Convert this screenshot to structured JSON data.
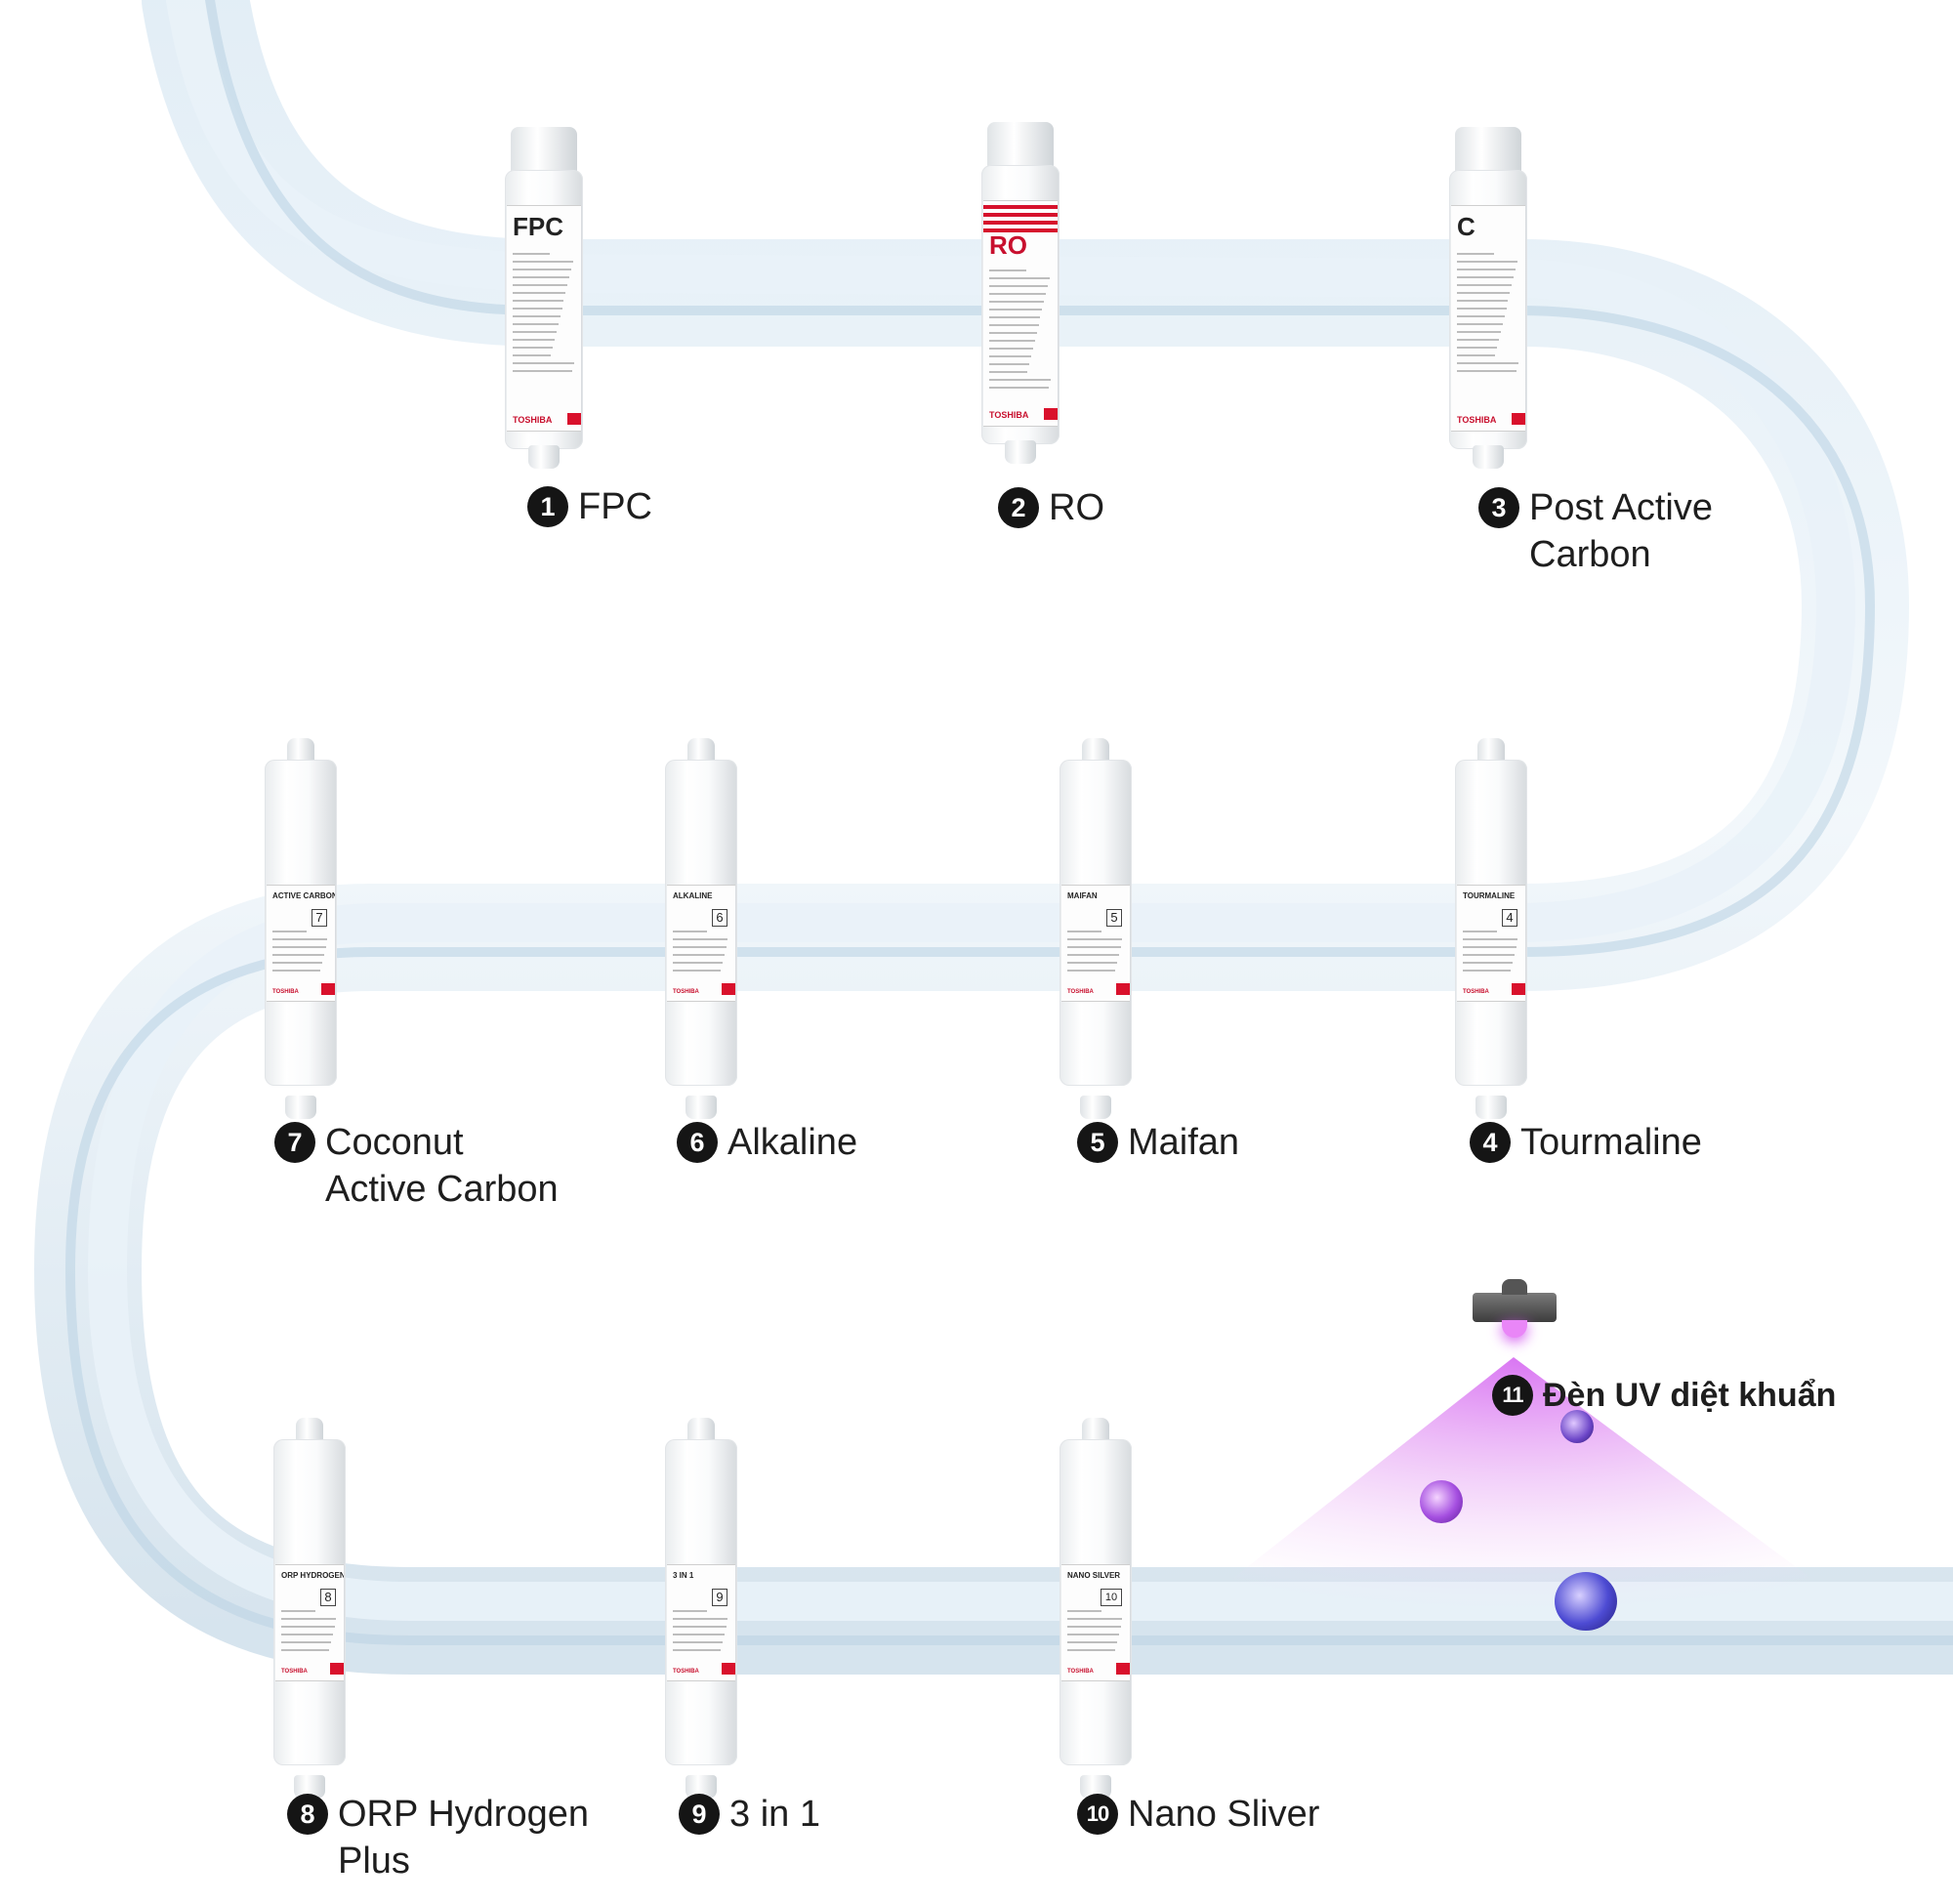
{
  "colors": {
    "water": "#cfe0ee",
    "uv": "#c94fe0",
    "badge": "#151515",
    "brand_red": "#d9112c"
  },
  "filters": [
    {
      "id": "fpc",
      "num": "1",
      "name_lines": [
        "FPC"
      ],
      "cartridge_title": "FPC",
      "brand": "TOSHIBA",
      "style": "large"
    },
    {
      "id": "ro",
      "num": "2",
      "name_lines": [
        "RO"
      ],
      "cartridge_title": "RO",
      "brand": "TOSHIBA",
      "style": "large-flag"
    },
    {
      "id": "post-carbon",
      "num": "3",
      "name_lines": [
        "Post Active",
        "Carbon"
      ],
      "cartridge_title": "C",
      "brand": "TOSHIBA",
      "style": "large"
    },
    {
      "id": "tourmaline",
      "num": "4",
      "name_lines": [
        "Tourmaline"
      ],
      "cartridge_title": "TOURMALINE",
      "tag": "4",
      "brand": "TOSHIBA",
      "style": "slim"
    },
    {
      "id": "maifan",
      "num": "5",
      "name_lines": [
        "Maifan"
      ],
      "cartridge_title": "MAIFAN",
      "tag": "5",
      "brand": "TOSHIBA",
      "style": "slim"
    },
    {
      "id": "alkaline",
      "num": "6",
      "name_lines": [
        "Alkaline"
      ],
      "cartridge_title": "ALKALINE",
      "tag": "6",
      "brand": "TOSHIBA",
      "style": "slim"
    },
    {
      "id": "coconut-carbon",
      "num": "7",
      "name_lines": [
        "Coconut",
        "Active Carbon"
      ],
      "cartridge_title": "ACTIVE CARBON",
      "tag": "7",
      "brand": "TOSHIBA",
      "style": "slim"
    },
    {
      "id": "orp-hydrogen",
      "num": "8",
      "name_lines": [
        "ORP Hydrogen",
        "Plus"
      ],
      "cartridge_title": "ORP HYDROGEN PLUS",
      "tag": "8",
      "brand": "TOSHIBA",
      "style": "slim"
    },
    {
      "id": "three-in-one",
      "num": "9",
      "name_lines": [
        "3 in 1"
      ],
      "cartridge_title": "3 IN 1",
      "tag": "9",
      "brand": "TOSHIBA",
      "style": "slim"
    },
    {
      "id": "nano-silver",
      "num": "10",
      "name_lines": [
        "Nano Sliver"
      ],
      "cartridge_title": "NANO SILVER",
      "tag": "10",
      "brand": "TOSHIBA",
      "style": "slim"
    }
  ],
  "uv": {
    "num": "11",
    "label": "Đèn UV diệt khuẩn"
  }
}
